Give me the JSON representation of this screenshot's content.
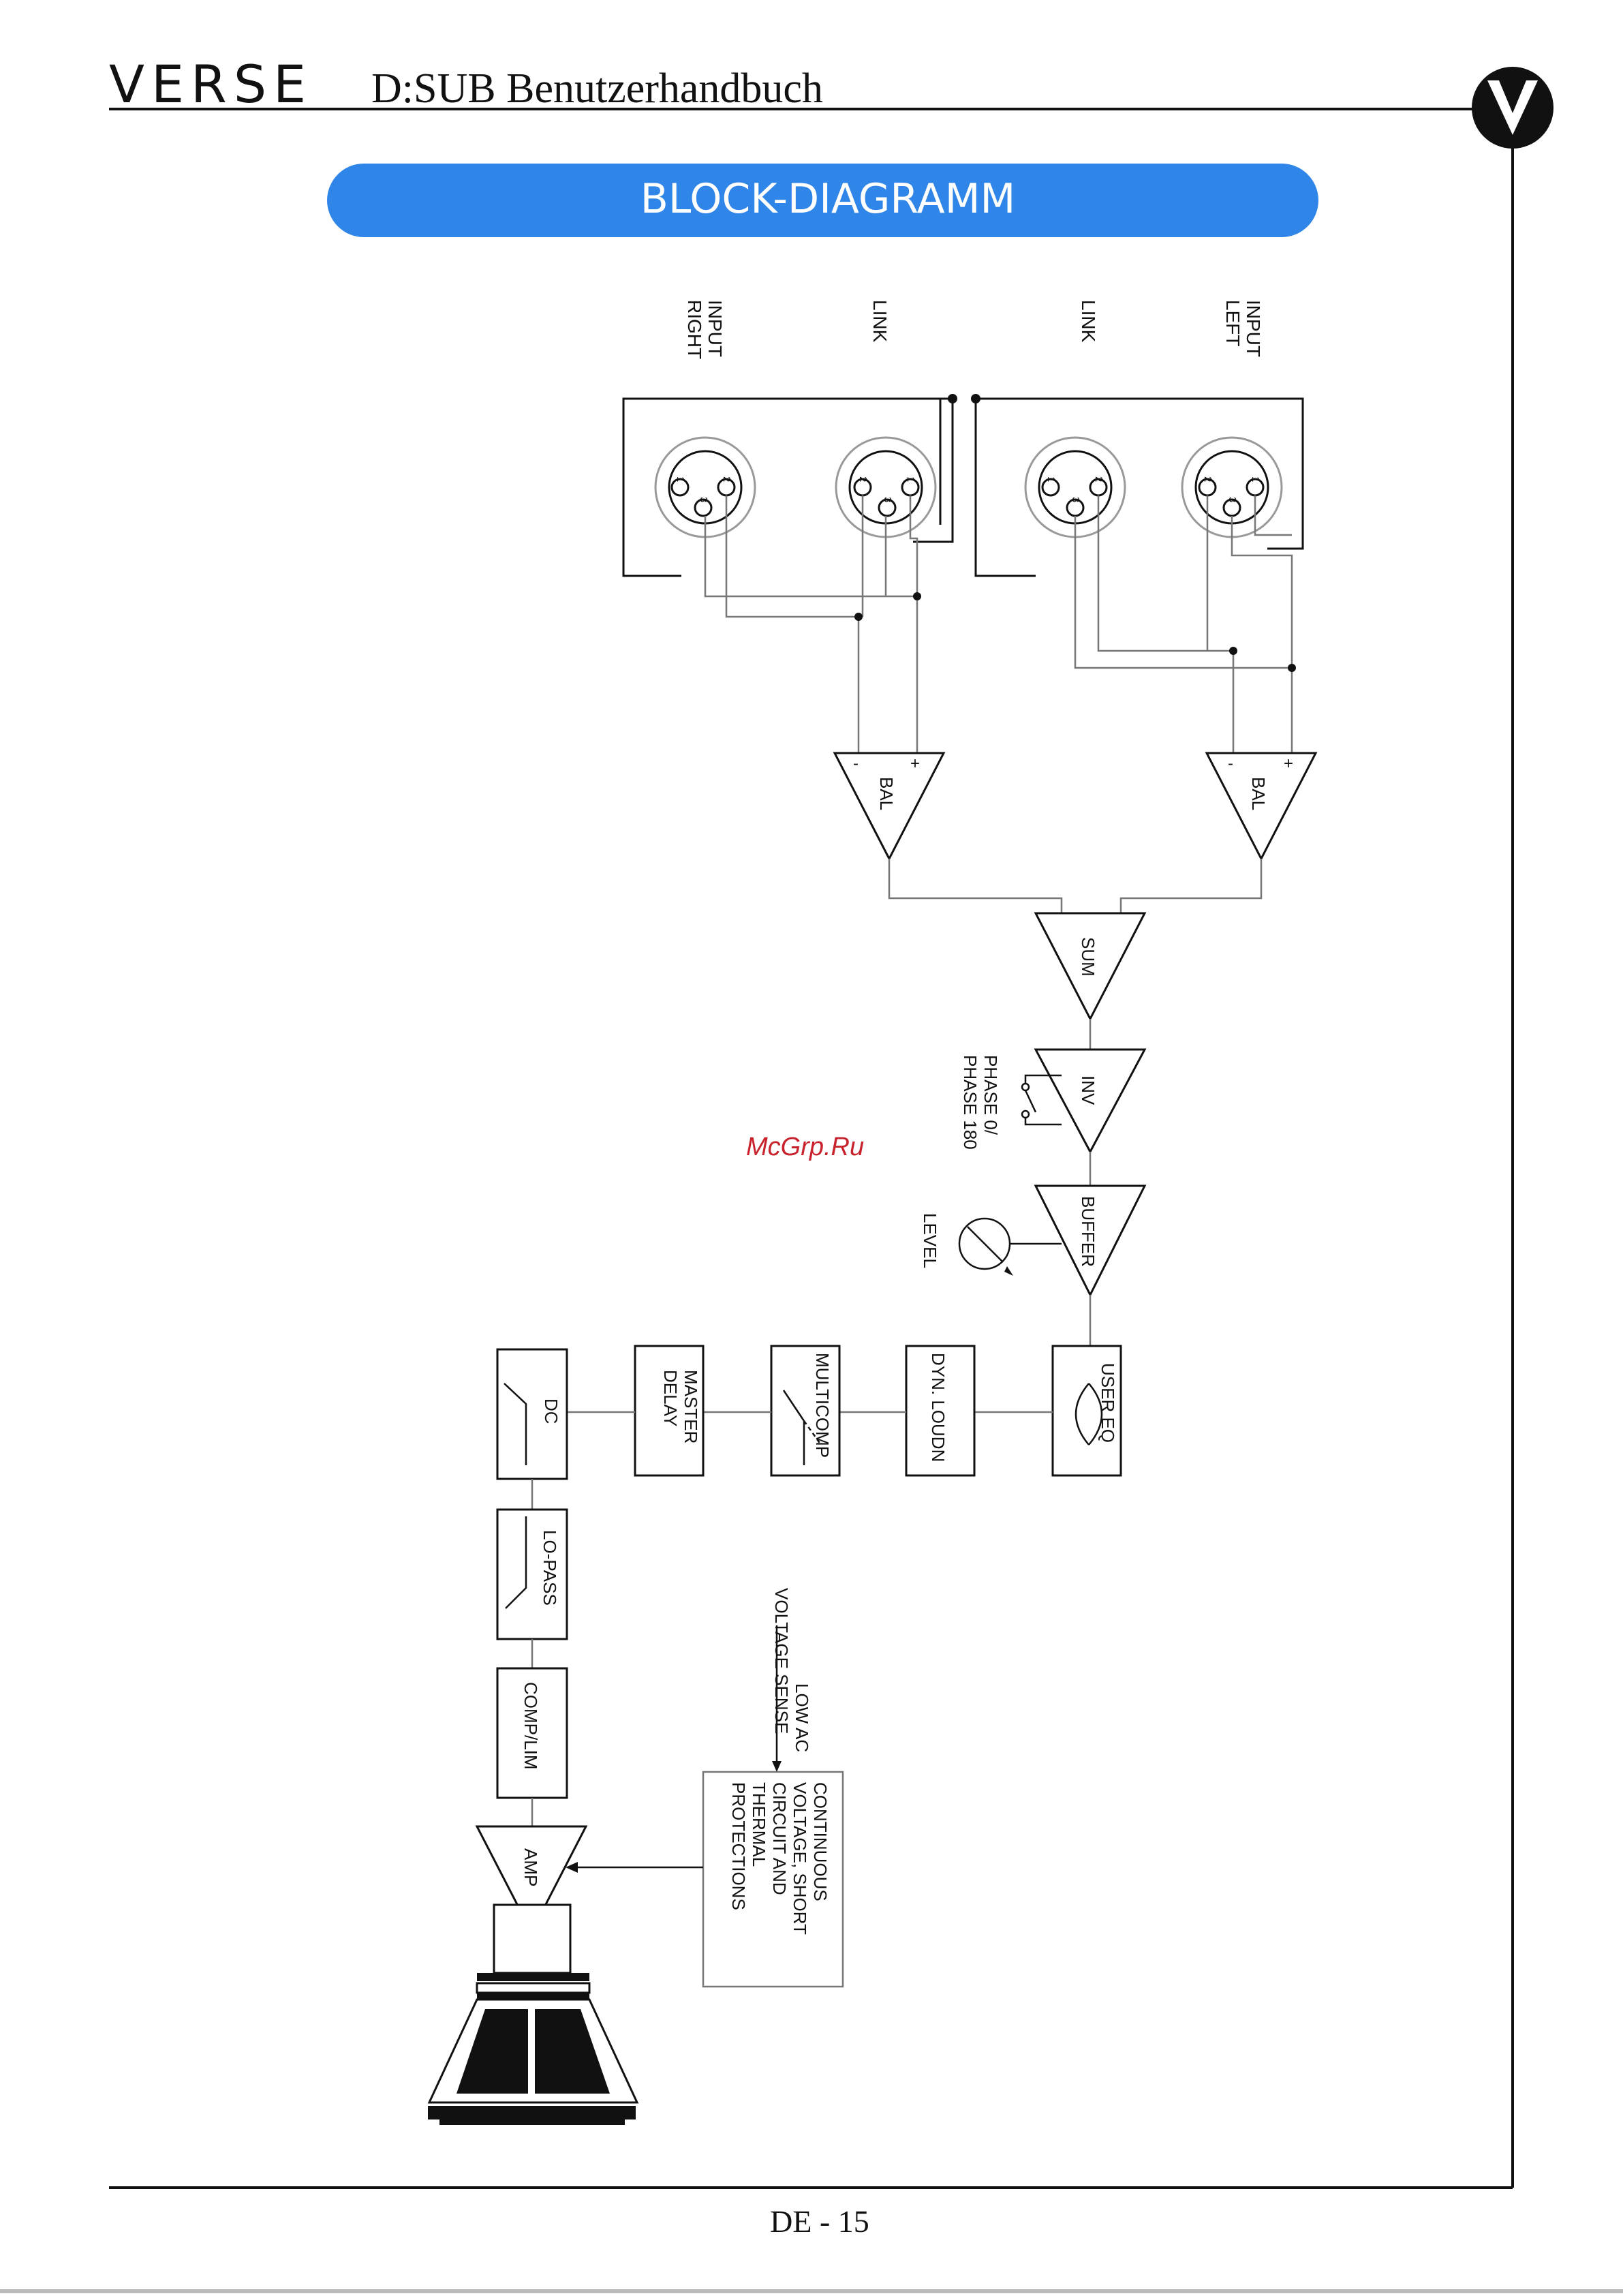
{
  "header": {
    "brand": "VERSE",
    "title": "D:SUB Benutzerhandbuch"
  },
  "section_title": "BLOCK-DIAGRAMM",
  "colors": {
    "pill_blue": "#2f86e8",
    "line": "#111111",
    "watermark": "#c8232c"
  },
  "diagram": {
    "connectors": {
      "input_right": [
        "INPUT",
        "RIGHT"
      ],
      "link_right": "LINK",
      "link_left": "LINK",
      "input_left": [
        "INPUT",
        "LEFT"
      ],
      "pin1": "1",
      "pin2": "2",
      "pin3": "3"
    },
    "amps": {
      "bal_right": "BAL",
      "bal_left": "BAL",
      "minus": "-",
      "plus": "+",
      "sum": "SUM",
      "inv": "INV",
      "buffer": "BUFFER",
      "amp": "AMP"
    },
    "phase_label": [
      "PHASE 0/",
      "PHASE 180"
    ],
    "level_label": "LEVEL",
    "blocks": {
      "user_eq": "USER EQ",
      "dyn_loudn": "DYN. LOUDN",
      "multicomp": "MULTICOMP",
      "master_delay": [
        "MASTER",
        "DELAY"
      ],
      "dc": "DC",
      "lo_pass": "LO-PASS",
      "comp_lim": "COMP/LIM"
    },
    "low_ac_label": [
      "LOW AC",
      "VOLTAGE SENSE"
    ],
    "protection_label": [
      "CONTINUOUS",
      "VOLTAGE, SHORT",
      "CIRCUIT AND",
      "THERMAL",
      "PROTECTIONS"
    ]
  },
  "watermark": "McGrp.Ru",
  "footer": {
    "page": "DE - 15"
  }
}
